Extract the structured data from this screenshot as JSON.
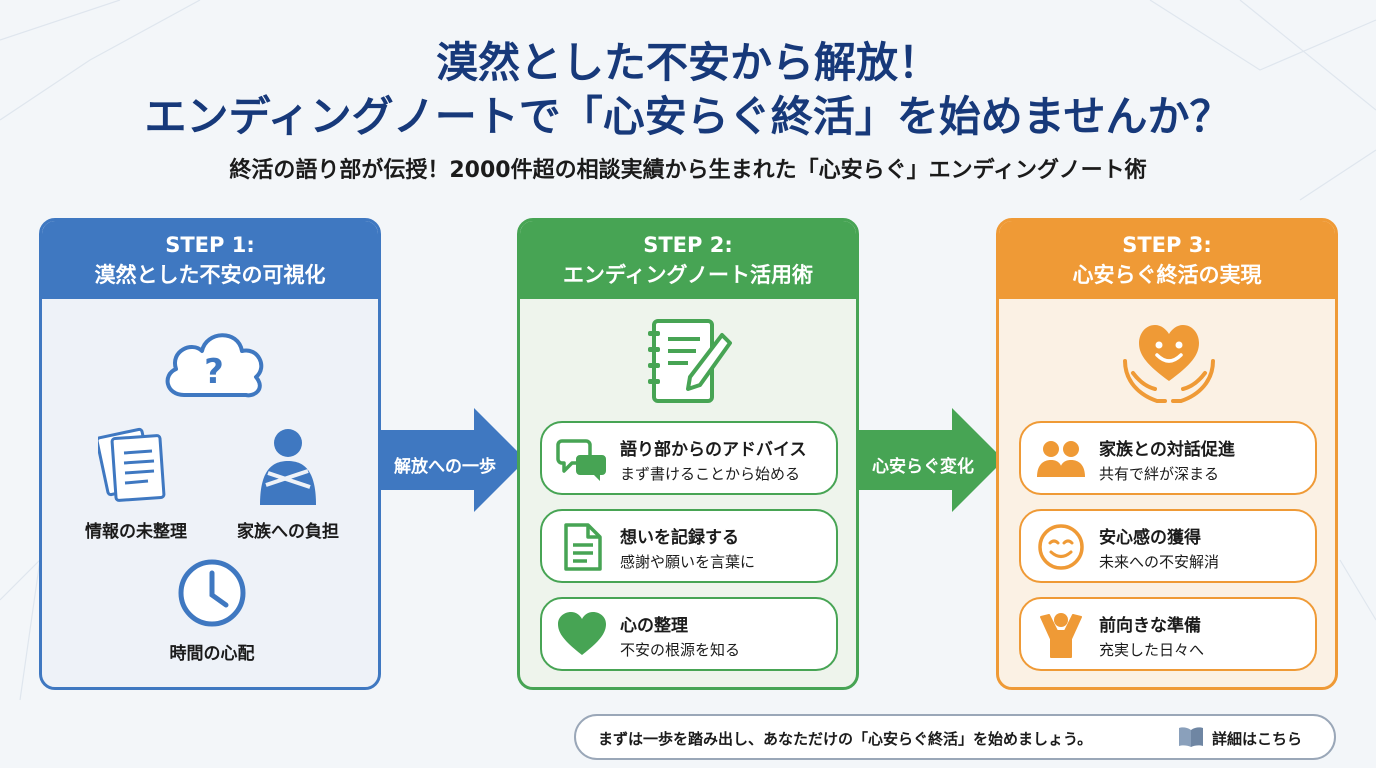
{
  "header": {
    "title_line1": "漠然とした不安から解放！",
    "title_line2": "エンディングノートで「心安らぐ終活」を始めませんか？",
    "subtitle": "終活の語り部が伝授！2000件超の相談実績から生まれた「心安らぐ」エンディングノート術"
  },
  "step1": {
    "step": "STEP 1:",
    "title": "漠然とした不安の可視化",
    "items": [
      "情報の未整理",
      "家族への負担",
      "時間の心配"
    ]
  },
  "arrow1": {
    "label": "解放への一歩"
  },
  "step2": {
    "step": "STEP 2:",
    "title": "エンディングノート活用術",
    "items": [
      {
        "title": "語り部からのアドバイス",
        "desc": "まず書けることから始める"
      },
      {
        "title": "想いを記録する",
        "desc": "感謝や願いを言葉に"
      },
      {
        "title": "心の整理",
        "desc": "不安の根源を知る"
      }
    ]
  },
  "arrow2": {
    "label": "心安らぐ変化"
  },
  "step3": {
    "step": "STEP 3:",
    "title": "心安らぐ終活の実現",
    "items": [
      {
        "title": "家族との対話促進",
        "desc": "共有で絆が深まる"
      },
      {
        "title": "安心感の獲得",
        "desc": "未来への不安解消"
      },
      {
        "title": "前向きな準備",
        "desc": "充実した日々へ"
      }
    ]
  },
  "footer": {
    "message": "まずは一歩を踏み出し、あなただけの「心安らぐ終活」を始めましょう。",
    "link": "詳細はこちら"
  },
  "colors": {
    "title": "#17397a",
    "blue": "#3f78c1",
    "green": "#47a454",
    "orange": "#ef9a36"
  }
}
